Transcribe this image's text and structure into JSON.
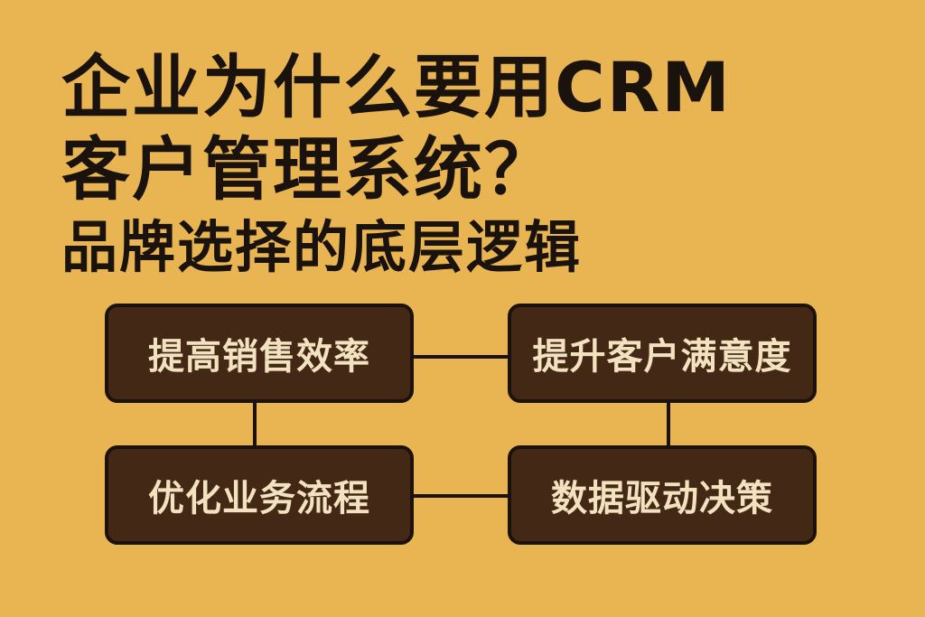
{
  "title": {
    "line1": "企业为什么要用CRM",
    "line2": "客户管理系统？",
    "line3": "品牌选择的底层逻辑"
  },
  "diagram": {
    "nodes": [
      {
        "id": "top-left",
        "label": "提高销售效率"
      },
      {
        "id": "top-right",
        "label": "提升客户满意度"
      },
      {
        "id": "bottom-left",
        "label": "优化业务流程"
      },
      {
        "id": "bottom-right",
        "label": "数据驱动决策"
      }
    ],
    "edges": [
      [
        "top-left",
        "top-right"
      ],
      [
        "top-left",
        "bottom-left"
      ],
      [
        "top-right",
        "bottom-right"
      ],
      [
        "bottom-left",
        "bottom-right"
      ]
    ]
  },
  "colors": {
    "background": "#e9b552",
    "title_text": "#1a120c",
    "box_fill": "#442816",
    "box_border": "#1c120b",
    "box_text": "#f3e2c0"
  }
}
